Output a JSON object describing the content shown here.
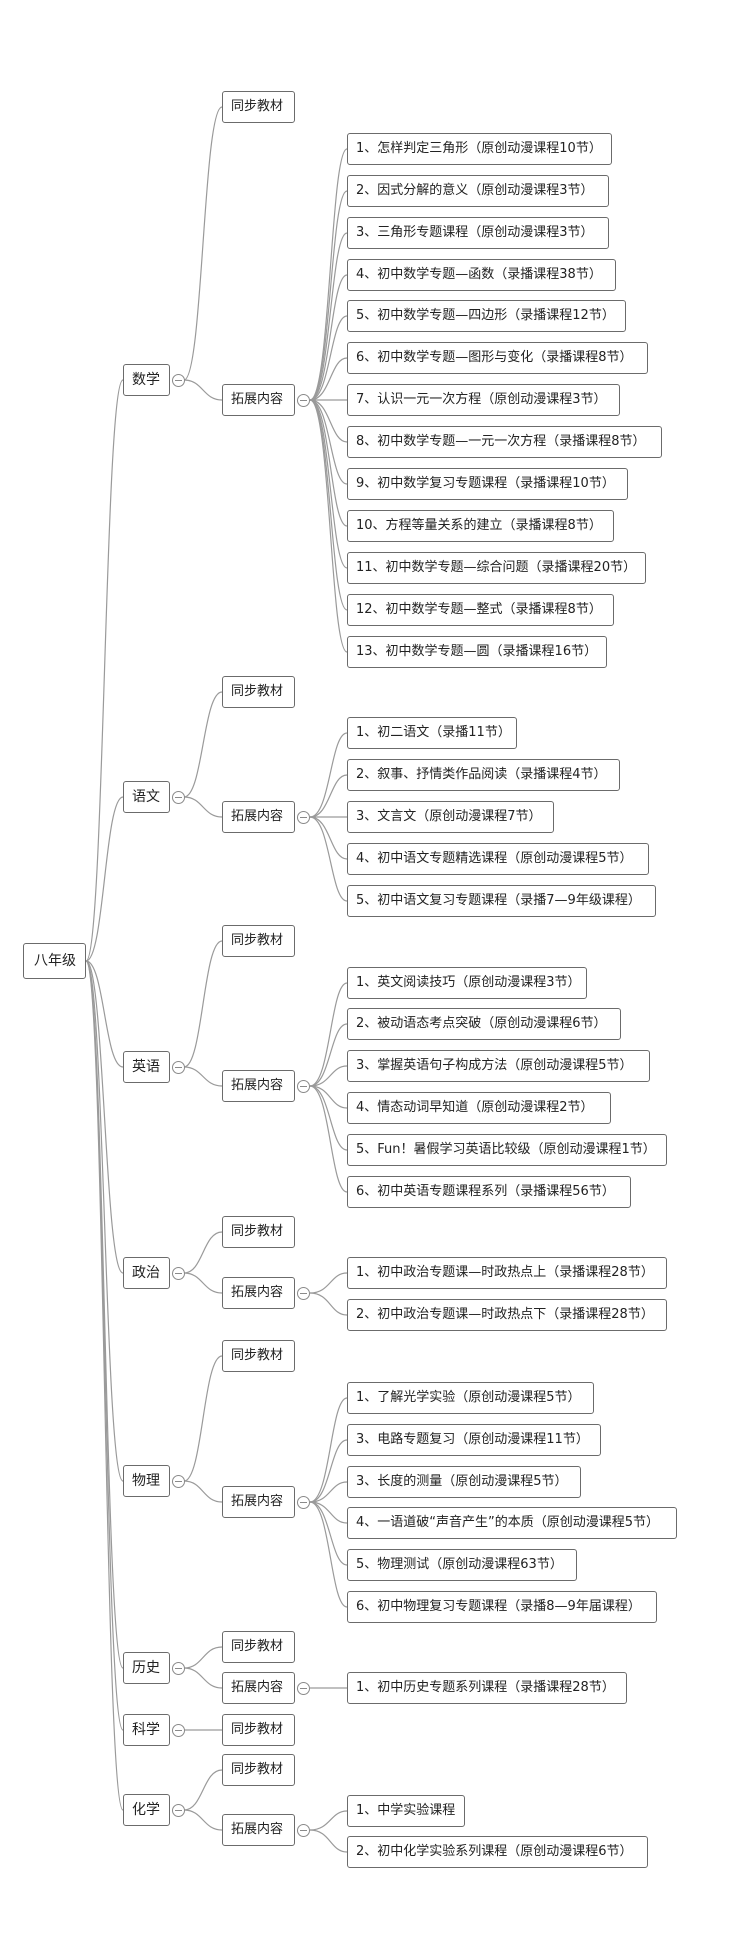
{
  "root": {
    "label": "八年级"
  },
  "subjects": [
    {
      "label": "数学",
      "tongbu": "同步教材",
      "tuozhan": "拓展内容",
      "items": [
        "1、怎样判定三角形（原创动漫课程10节）",
        "2、因式分解的意义（原创动漫课程3节）",
        "3、三角形专题课程（原创动漫课程3节）",
        "4、初中数学专题—函数（录播课程38节）",
        "5、初中数学专题—四边形（录播课程12节）",
        "6、初中数学专题—图形与变化（录播课程8节）",
        "7、认识一元一次方程（原创动漫课程3节）",
        "8、初中数学专题—一元一次方程（录播课程8节）",
        "9、初中数学复习专题课程（录播课程10节）",
        "10、方程等量关系的建立（录播课程8节）",
        "11、初中数学专题—综合问题（录播课程20节）",
        "12、初中数学专题—整式（录播课程8节）",
        "13、初中数学专题—圆（录播课程16节）"
      ]
    },
    {
      "label": "语文",
      "tongbu": "同步教材",
      "tuozhan": "拓展内容",
      "items": [
        "1、初二语文（录播11节）",
        "2、叙事、抒情类作品阅读（录播课程4节）",
        "3、文言文（原创动漫课程7节）",
        "4、初中语文专题精选课程（原创动漫课程5节）",
        "5、初中语文复习专题课程（录播7—9年级课程）"
      ]
    },
    {
      "label": "英语",
      "tongbu": "同步教材",
      "tuozhan": "拓展内容",
      "items": [
        "1、英文阅读技巧（原创动漫课程3节）",
        "2、被动语态考点突破（原创动漫课程6节）",
        "3、掌握英语句子构成方法（原创动漫课程5节）",
        "4、情态动词早知道（原创动漫课程2节）",
        "5、Fun！暑假学习英语比较级（原创动漫课程1节）",
        "6、初中英语专题课程系列（录播课程56节）"
      ]
    },
    {
      "label": "政治",
      "tongbu": "同步教材",
      "tuozhan": "拓展内容",
      "items": [
        "1、初中政治专题课—时政热点上（录播课程28节）",
        "2、初中政治专题课—时政热点下（录播课程28节）"
      ]
    },
    {
      "label": "物理",
      "tongbu": "同步教材",
      "tuozhan": "拓展内容",
      "items": [
        "1、了解光学实验（原创动漫课程5节）",
        "3、电路专题复习（原创动漫课程11节）",
        "3、长度的测量（原创动漫课程5节）",
        "4、一语道破“声音产生”的本质（原创动漫课程5节）",
        "5、物理测试（原创动漫课程63节）",
        "6、初中物理复习专题课程（录播8—9年届课程）"
      ]
    },
    {
      "label": "历史",
      "tongbu": "同步教材",
      "tuozhan": "拓展内容",
      "items": [
        "1、初中历史专题系列课程（录播课程28节）"
      ]
    },
    {
      "label": "科学",
      "tongbu": "同步教材",
      "tuozhan": "",
      "items": []
    },
    {
      "label": "化学",
      "tongbu": "同步教材",
      "tuozhan": "拓展内容",
      "items": [
        "1、中学实验课程",
        "2、初中化学实验系列课程（原创动漫课程6节）"
      ]
    }
  ],
  "colors": {
    "line": "#9a9a9a",
    "border": "#6b6b6b",
    "text": "#222222"
  }
}
